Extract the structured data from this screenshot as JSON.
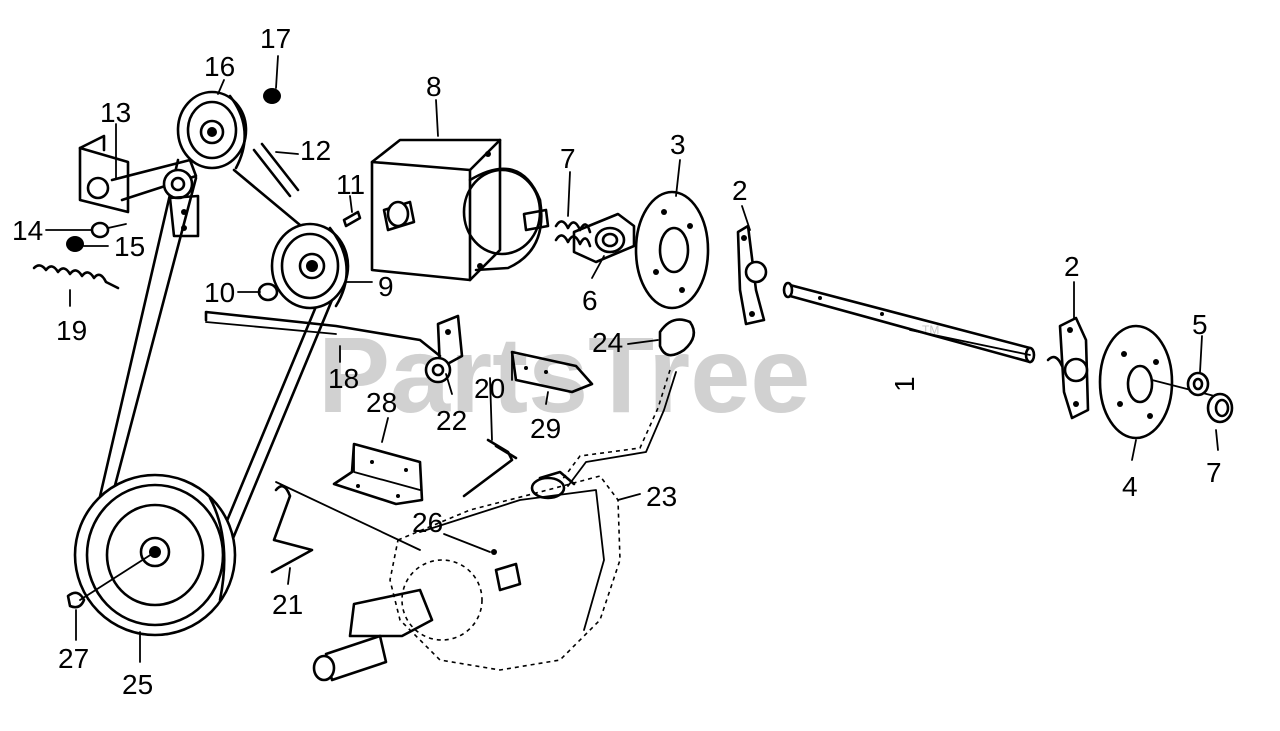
{
  "watermark": {
    "text": "PartsTree",
    "trademark": "TM"
  },
  "callouts": [
    "1",
    "2",
    "2",
    "3",
    "4",
    "5",
    "6",
    "7",
    "7",
    "8",
    "9",
    "10",
    "11",
    "12",
    "13",
    "14",
    "15",
    "16",
    "17",
    "18",
    "19",
    "20",
    "21",
    "22",
    "23",
    "24",
    "25",
    "26",
    "27",
    "28",
    "29"
  ],
  "colors": {
    "ink": "#000000",
    "watermark": "#c9c9c9",
    "paper": "#ffffff"
  }
}
